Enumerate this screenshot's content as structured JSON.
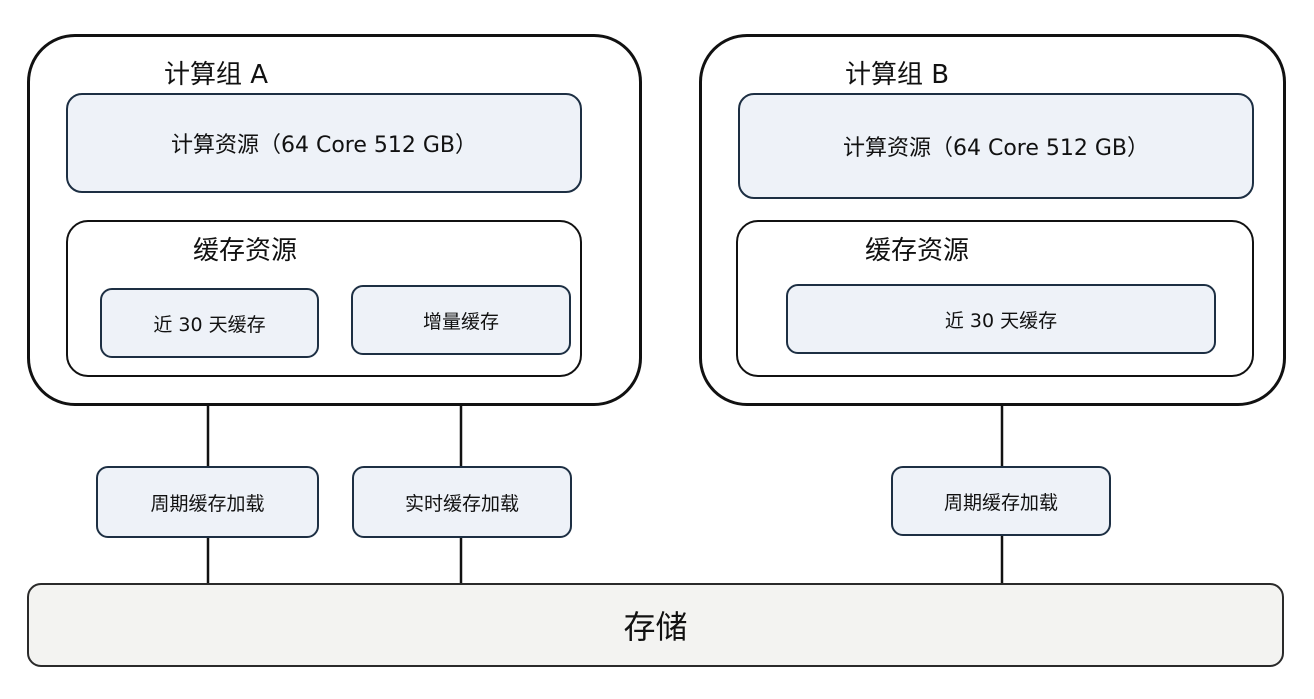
{
  "groups": [
    {
      "title": "计算组 A",
      "compute": "计算资源（64 Core 512 GB）",
      "cache_title": "缓存资源",
      "caches": [
        "近 30 天缓存",
        "增量缓存"
      ],
      "loaders": [
        "周期缓存加载",
        "实时缓存加载"
      ]
    },
    {
      "title": "计算组 B",
      "compute": "计算资源（64 Core 512 GB）",
      "cache_title": "缓存资源",
      "caches": [
        "近 30 天缓存"
      ],
      "loaders": [
        "周期缓存加载"
      ]
    }
  ],
  "storage": "存储",
  "colors": {
    "box_fill": "#eef2f8",
    "box_border": "#1d2f43",
    "storage_fill": "#f3f3f1",
    "line": "#111111"
  }
}
